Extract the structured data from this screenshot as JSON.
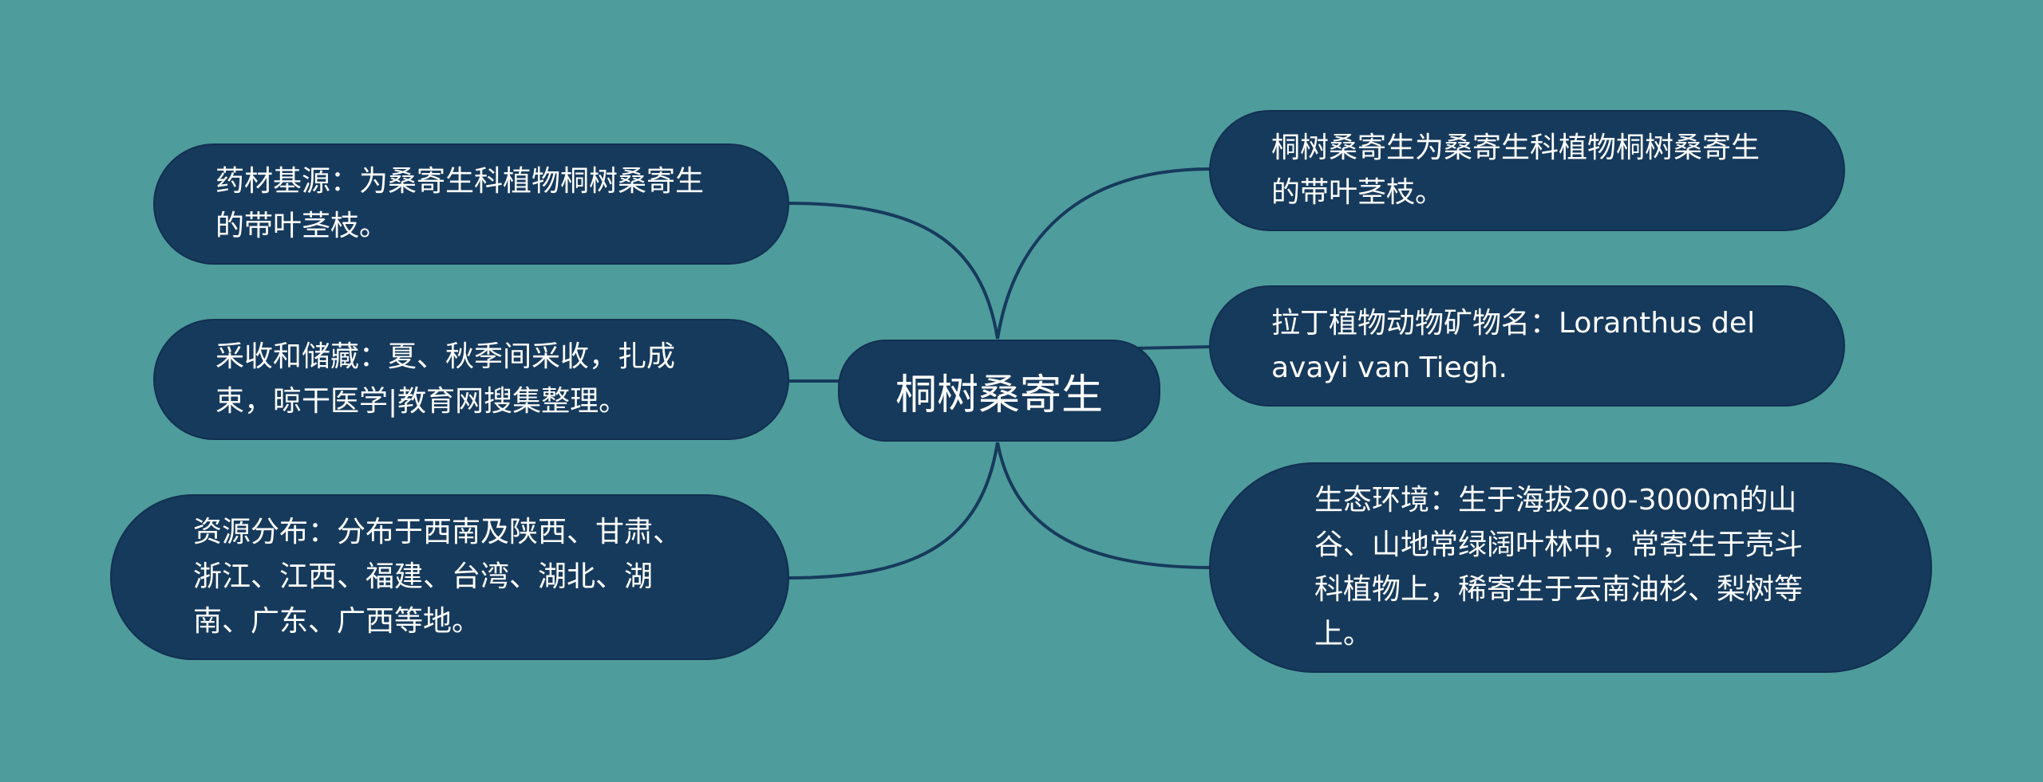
{
  "center": {
    "label": "桐树桑寄生"
  },
  "left": [
    {
      "label": "药材基源：为桑寄生科植物桐树桑寄生的带叶茎枝。"
    },
    {
      "label": "采收和储藏：夏、秋季间采收，扎成束，晾干医学|教育网搜集整理。"
    },
    {
      "label": "资源分布：分布于西南及陕西、甘肃、浙江、江西、福建、台湾、湖北、湖南、广东、广西等地。"
    }
  ],
  "right": [
    {
      "label": "桐树桑寄生为桑寄生科植物桐树桑寄生的带叶茎枝。"
    },
    {
      "label": "拉丁植物动物矿物名：Loranthus delavayi van Tiegh."
    },
    {
      "label": "生态环境：生于海拔200-3000m的山谷、山地常绿阔叶林中，常寄生于壳斗科植物上，稀寄生于云南油杉、梨树等上。"
    }
  ],
  "colors": {
    "background": "#4e9c9c",
    "node": "#163a5c",
    "link": "#163a5c",
    "text": "#ffffff"
  }
}
